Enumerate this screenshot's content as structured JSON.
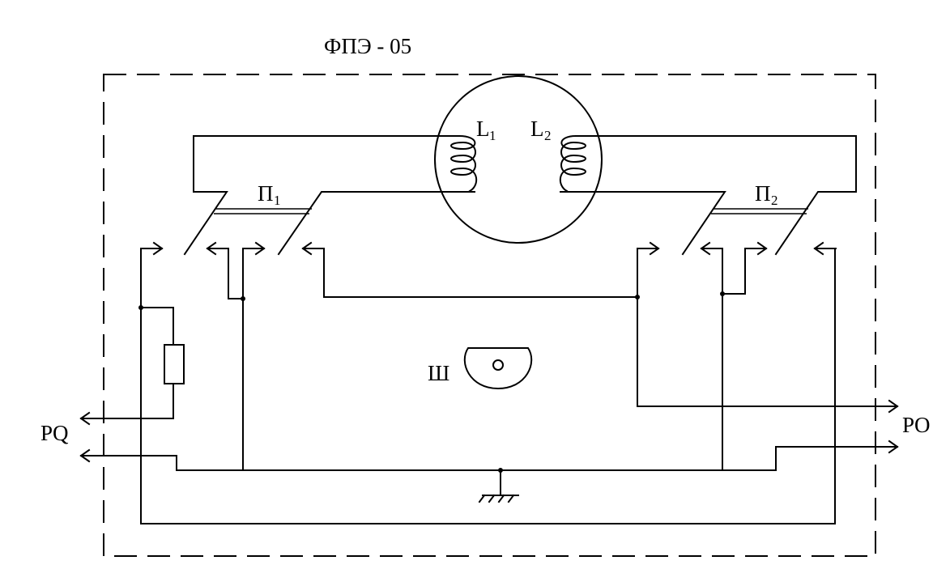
{
  "title": "ФПЭ - 05",
  "labels": {
    "l1_letter": "L",
    "l1_index": "1",
    "l2_letter": "L",
    "l2_index": "2",
    "p1_letter": "П",
    "p1_index": "1",
    "p2_letter": "П",
    "p2_index": "2",
    "socket": "Ш",
    "left_terminal": "PQ",
    "right_terminal": "PO"
  }
}
